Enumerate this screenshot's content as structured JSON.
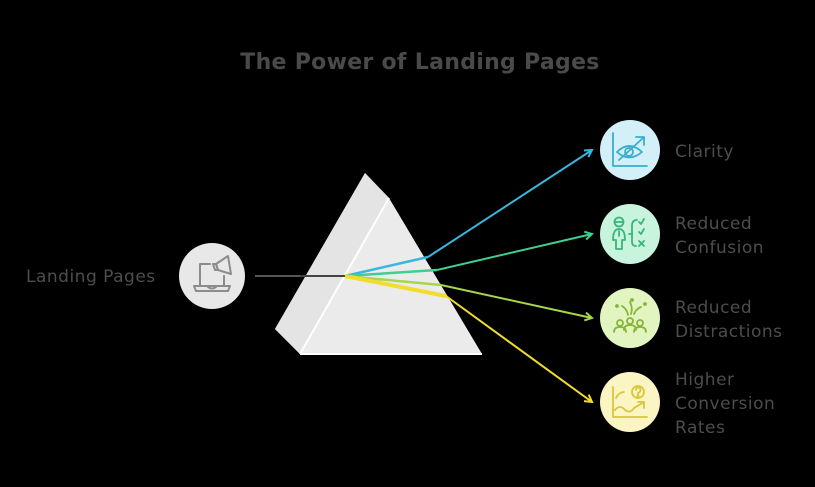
{
  "title": "The Power of Landing Pages",
  "source": {
    "label": "Landing Pages",
    "icon": "laptop-megaphone-icon",
    "circle_color": "#e8e8e8",
    "icon_color": "#8c8c8c"
  },
  "prism": {
    "face_color": "#ebebeb",
    "edge_color": "#ffffff"
  },
  "outcomes": [
    {
      "label_lines": [
        "Clarity"
      ],
      "icon": "eye-growth-chart-icon",
      "ray_color": "#38b6dd",
      "circle_color": "#d3f0f8",
      "icon_color": "#3aaecc"
    },
    {
      "label_lines": [
        "Reduced",
        "Confusion"
      ],
      "icon": "person-checklist-icon",
      "ray_color": "#3fcf8e",
      "circle_color": "#c8f3dc",
      "icon_color": "#3ab57a"
    },
    {
      "label_lines": [
        "Reduced",
        "Distractions"
      ],
      "icon": "group-celebration-icon",
      "ray_color": "#a7d64a",
      "circle_color": "#e2f5c0",
      "icon_color": "#86b53a"
    },
    {
      "label_lines": [
        "Higher",
        "Conversion",
        "Rates"
      ],
      "icon": "chart-question-icon",
      "ray_color": "#f2dc2e",
      "circle_color": "#faf5c2",
      "icon_color": "#d9c63a"
    }
  ]
}
